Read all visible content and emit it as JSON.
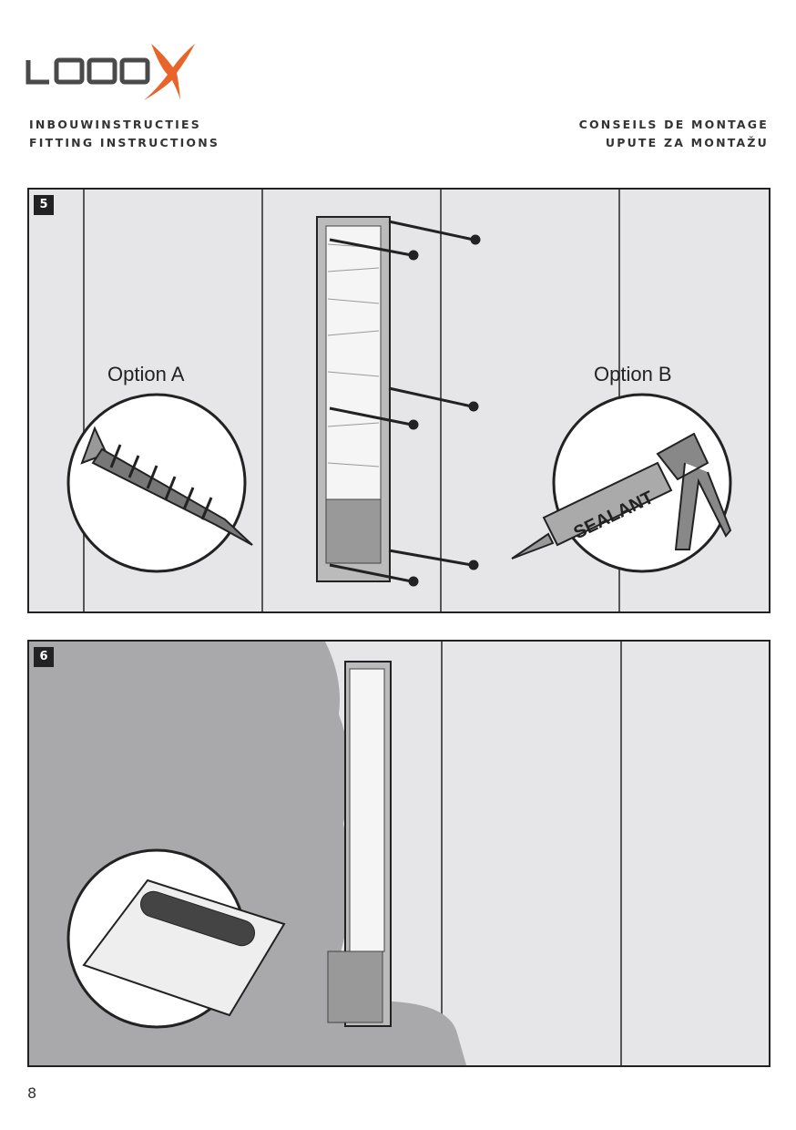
{
  "brand": {
    "logo_text": "LOOOX",
    "accent": "#e8642a"
  },
  "header": {
    "left": [
      "INBOUWINSTRUCTIES",
      "FITTING INSTRUCTIONS"
    ],
    "right": [
      "CONSEILS DE MONTAGE",
      "UPUTE ZA MONTAŽU"
    ]
  },
  "steps": [
    {
      "number": "5",
      "option_a": "Option A",
      "option_b": "Option B",
      "sealant_label": "SEALANT"
    },
    {
      "number": "6"
    }
  ],
  "page_number": "8"
}
